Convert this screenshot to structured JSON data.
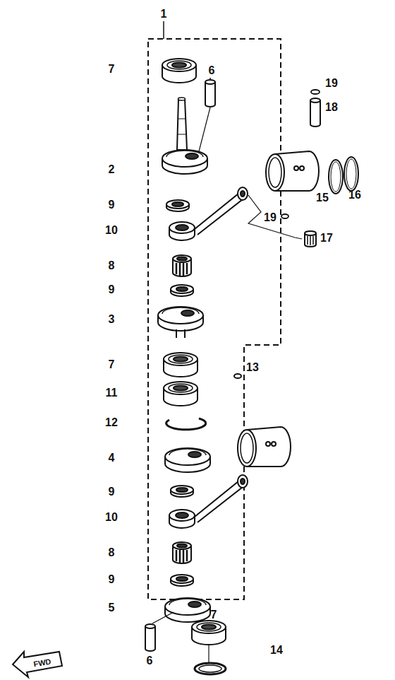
{
  "diagram": {
    "labels": [
      "1",
      "7",
      "6",
      "19",
      "18",
      "2",
      "16",
      "15",
      "9",
      "10",
      "19",
      "17",
      "8",
      "9",
      "3",
      "7",
      "13",
      "11",
      "12",
      "4",
      "9",
      "10",
      "8",
      "9",
      "5",
      "7",
      "6",
      "14",
      "FWD"
    ]
  }
}
